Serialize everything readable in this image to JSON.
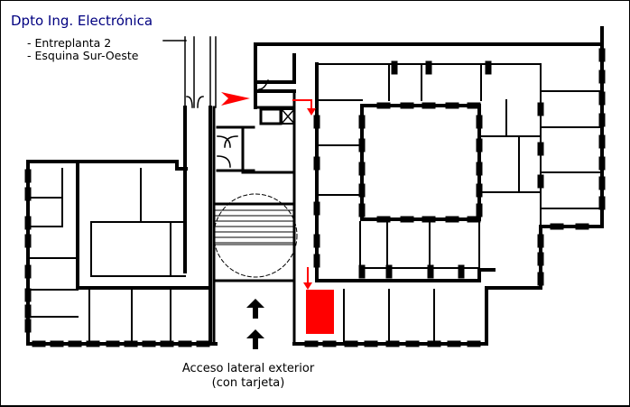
{
  "title": "Dpto Ing. Electrónica",
  "notes": [
    "- Entreplanta 2",
    "- Esquina Sur-Oeste"
  ],
  "caption": [
    "Acceso lateral exterior",
    "(con tarjeta)"
  ],
  "colors": {
    "title": "#000080",
    "wall": "#000000",
    "marker": "#ff0000",
    "background": "#ffffff"
  },
  "markers": [
    {
      "name": "entrance-arrow-icon",
      "kind": "arrow"
    },
    {
      "name": "corridor-arrow-icon",
      "kind": "arrow"
    },
    {
      "name": "destination-arrow-icon",
      "kind": "arrow"
    },
    {
      "name": "destination-room",
      "kind": "highlighted-room"
    }
  ]
}
